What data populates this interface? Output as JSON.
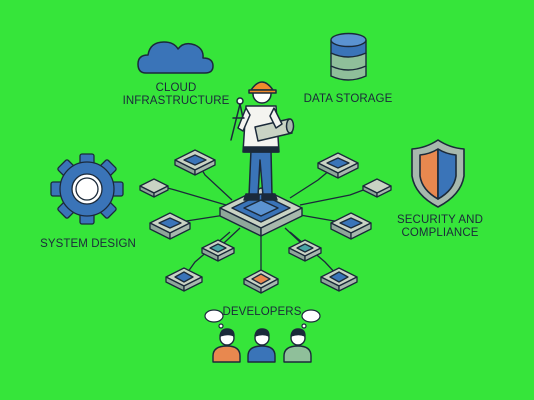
{
  "labels": {
    "cloud_line1": "CLOUD",
    "cloud_line2": "INFRASTRUCTURE",
    "data_storage": "DATA STORAGE",
    "security_line1": "SECURITY AND",
    "security_line2": "COMPLIANCE",
    "system_design": "SYSTEM DESIGN",
    "developers": "DEVELOPERS"
  },
  "icons": [
    "cloud-icon",
    "database-icon",
    "shield-icon",
    "gear-icon",
    "engineer-figure",
    "developer-avatar",
    "thought-bubble-icon",
    "compass-icon",
    "blueprint-roll-icon",
    "chip-node-icon"
  ],
  "colors": {
    "background": "#36e53a",
    "outline": "#1b2a3a",
    "blue": "#3a74b8",
    "light_gray": "#c9d3c4",
    "orange": "#e8884f",
    "teal": "#4aa3a6",
    "hard_hat": "#f08a2c",
    "sage": "#8fbf9a"
  }
}
